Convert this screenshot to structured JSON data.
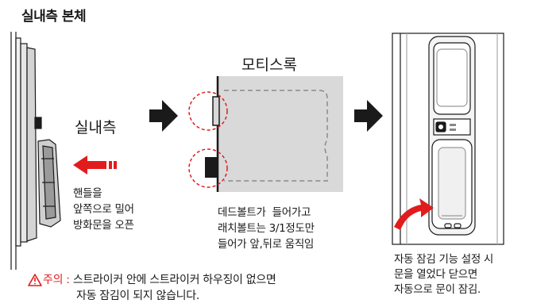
{
  "title": "실내측 본체",
  "indoor_label": "실내측",
  "mortise_label": "모티스록",
  "handle_instruction": [
    "핸들을",
    "앞쪽으로 밀어",
    "방화문을 오픈"
  ],
  "deadbolt_note": [
    "데드볼트가  들어가고",
    "래치볼트는 3/1정도만",
    "들어가 앞,뒤로 움직임"
  ],
  "auto_lock_note": [
    "자동 잠김 기능 설정 시",
    "문을 열었다 닫으면",
    "자동으로 문이 잠김."
  ],
  "warning": {
    "label": "주의 :",
    "line1": "스트라이커 안에 스트라이커 하우징이 없으면",
    "line2": "자동 잠김이 되지 않습니다."
  },
  "colors": {
    "accent_red": "#e21c1c",
    "mortise_fill": "#d9d9d9",
    "arrow_dark": "#1a1a1a"
  },
  "icons": [
    "warning-triangle-icon",
    "right-arrow-icon",
    "push-arrow-icon",
    "curved-arrow-icon"
  ]
}
